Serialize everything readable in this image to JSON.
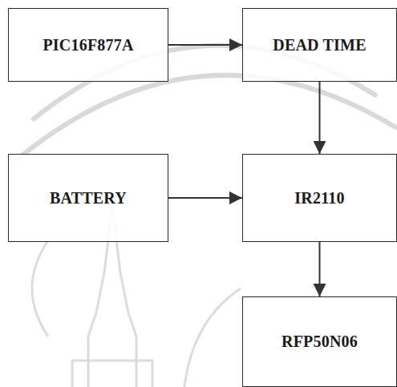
{
  "diagram": {
    "nodes": [
      {
        "text": [
          "PIC16F877A"
        ]
      },
      {
        "text": [
          "DEAD TIME"
        ]
      },
      {
        "text": [
          "BATTERY"
        ]
      },
      {
        "text": [
          "IR2110"
        ]
      },
      {
        "text": [
          "RFP50N06"
        ]
      }
    ],
    "edges": [
      {
        "from": 0,
        "to": 1,
        "arrow": "to"
      },
      {
        "from": 1,
        "to": 3,
        "arrow": "to"
      },
      {
        "from": 2,
        "to": 3,
        "arrow": "to"
      },
      {
        "from": 3,
        "to": 4,
        "arrow": "to"
      }
    ]
  }
}
